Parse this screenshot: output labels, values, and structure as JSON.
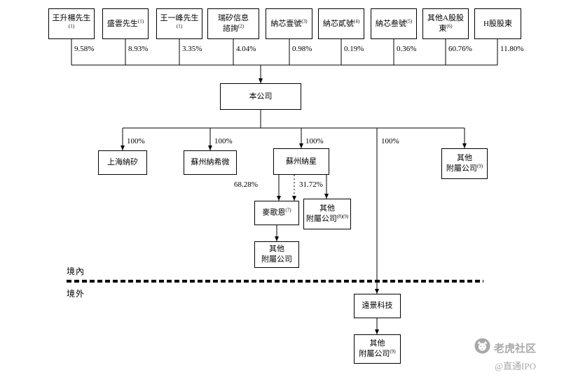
{
  "shareholders": [
    {
      "name": "王升楊先生",
      "sup": "(1)",
      "pct": "9.58%"
    },
    {
      "name": "盛雲先生",
      "sup": "(1)",
      "pct": "8.93%"
    },
    {
      "name": "王一峰先生",
      "sup": "(1)",
      "pct": "3.35%"
    },
    {
      "name": "瑞矽信息",
      "name2": "諮詢",
      "sup": "(2)",
      "pct": "4.04%"
    },
    {
      "name": "納芯壹號",
      "sup": "(3)",
      "pct": "0.98%"
    },
    {
      "name": "納芯貳號",
      "sup": "(4)",
      "pct": "0.19%"
    },
    {
      "name": "納芯叁號",
      "sup": "(5)",
      "pct": "0.36%"
    },
    {
      "name": "其他A股股東",
      "sup": "(6)",
      "pct": "60.76%"
    },
    {
      "name": "H股股東",
      "sup": "",
      "pct": "11.80%"
    }
  ],
  "company": {
    "name": "本公司"
  },
  "subsidiaries": {
    "shanghai_naxi": {
      "name": "上海納矽",
      "pct": "100%"
    },
    "suzhou_naxiwei": {
      "name": "蘇州納希微",
      "pct": "100%"
    },
    "suzhou_naxing": {
      "name": "蘇州納星",
      "pct": "100%"
    },
    "other_right": {
      "line1": "其他",
      "line2": "附屬公司",
      "sup": "(9)"
    },
    "maigeen": {
      "name": "麥歌恩",
      "sup": "(7)",
      "pct_direct": "68.28%",
      "pct_indirect": "31.72%"
    },
    "other_mid": {
      "line1": "其他",
      "line2": "附屬公司",
      "sup": "(8)(9)"
    },
    "other_under_maigeen": {
      "line1": "其他",
      "line2": "附屬公司",
      "sup": ""
    },
    "yuanjing": {
      "name": "遠景科技",
      "pct": "100%"
    },
    "other_bottom": {
      "line1": "其他",
      "line2": "附屬公司",
      "sup": "(9)"
    }
  },
  "regions": {
    "onshore": "境內",
    "offshore": "境外"
  },
  "watermark": {
    "brand": "老虎社区",
    "handle": "@直通IPO"
  }
}
